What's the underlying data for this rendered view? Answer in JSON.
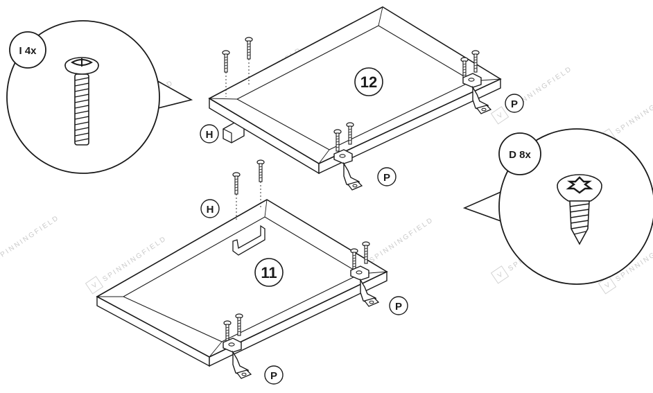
{
  "watermark": {
    "text": "SPINNINGFIELD"
  },
  "panels": [
    {
      "id": "12",
      "label": "12"
    },
    {
      "id": "11",
      "label": "11"
    }
  ],
  "labels": {
    "hinge": "P",
    "handle": "H"
  },
  "callouts": {
    "bolt": {
      "code": "I 4x"
    },
    "screw": {
      "code": "D 8x"
    }
  },
  "colors": {
    "line": "#1a1a1a",
    "panel_fill": "#ffffff",
    "watermark": "#c9c9c9"
  }
}
